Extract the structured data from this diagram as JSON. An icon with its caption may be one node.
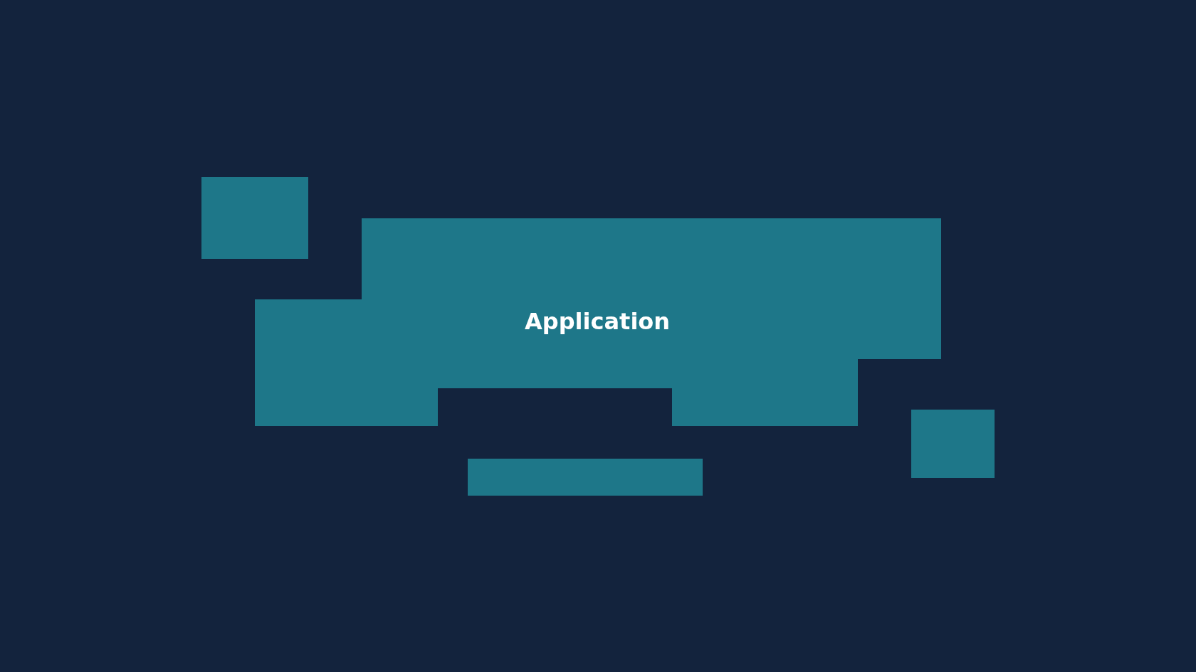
{
  "diagram": {
    "nodes": [
      {
        "text": [],
        "shape": "box"
      },
      {
        "text": [
          "Application"
        ]
      },
      {
        "text": [],
        "shape": "box"
      },
      {
        "text": [],
        "shape": "box"
      }
    ]
  }
}
